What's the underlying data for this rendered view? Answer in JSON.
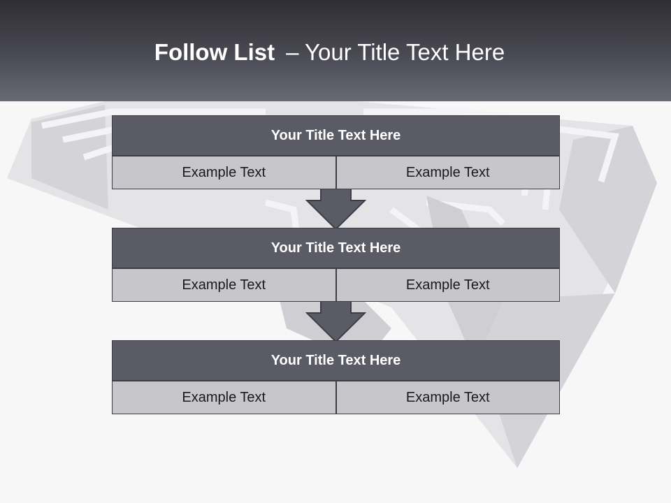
{
  "header": {
    "title_bold": "Follow List",
    "title_separator": "–",
    "title_rest": "Your Title Text Here"
  },
  "steps": [
    {
      "title": "Your Title Text Here",
      "left": "Example Text",
      "right": "Example Text"
    },
    {
      "title": "Your Title Text Here",
      "left": "Example Text",
      "right": "Example Text"
    },
    {
      "title": "Your Title Text Here",
      "left": "Example Text",
      "right": "Example Text"
    }
  ],
  "colors": {
    "header_dark": "#2f2e34",
    "box_title": "#5b5b66",
    "box_body": "#c7c7cb",
    "border": "#3d3d45",
    "maze": "#dcdce0"
  }
}
